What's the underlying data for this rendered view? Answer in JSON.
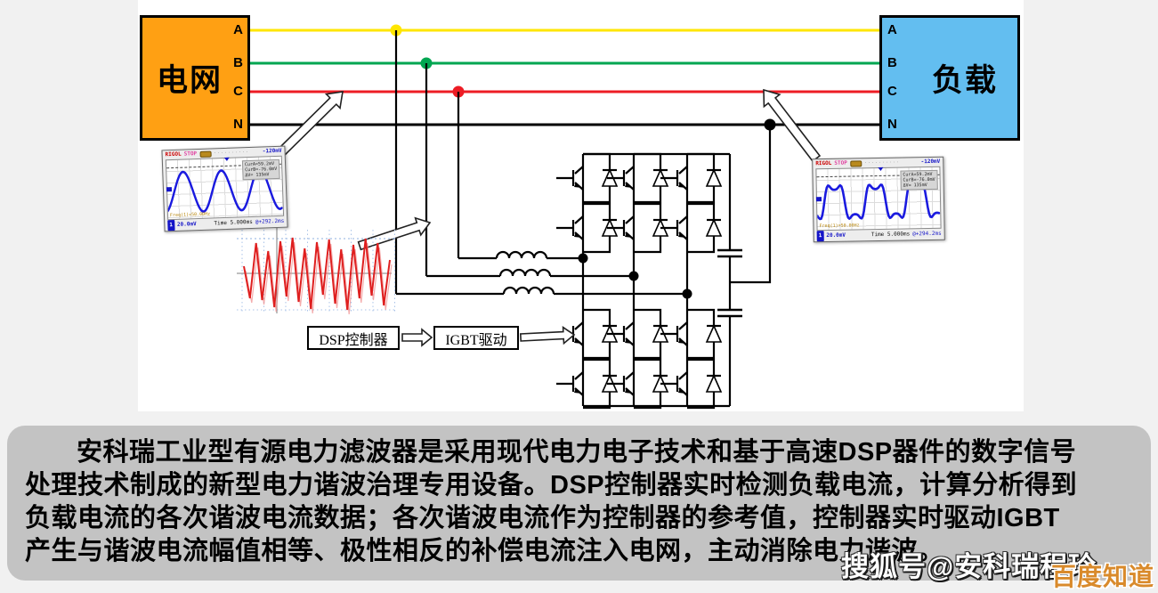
{
  "diagram": {
    "grid_box": {
      "label": "电网"
    },
    "load_box": {
      "label": "负载"
    },
    "phase_labels": [
      "A",
      "B",
      "C",
      "N"
    ],
    "phase_colors": {
      "A": "#ffe600",
      "B": "#00a651",
      "C": "#ed1c24",
      "N": "#000000"
    },
    "dsp_controller_label": "DSP控制器",
    "igbt_driver_label": "IGBT驱动"
  },
  "scopes": {
    "left": {
      "brand": "RIGOL",
      "status": "STOP",
      "readout": "-120mV",
      "cursor_info": [
        "CurA=59.2mV",
        "CurB=-76.0mV",
        "ΔV= 135mV"
      ],
      "freq_label": "Freq(1)=50.00Hz",
      "ch_badge": "1",
      "ch_scale": "20.0mV",
      "time_label": "Time 5.000ms",
      "offset_label": "@+292.2ms",
      "wave": "sine"
    },
    "right": {
      "brand": "RIGOL",
      "status": "STOP",
      "readout": "-120mV",
      "cursor_info": [
        "CurA=59.2mV",
        "CurB=-76.0mV",
        "ΔV= 135mV"
      ],
      "freq_label": "Freq(1)=50.00Hz",
      "ch_badge": "1",
      "ch_scale": "20.0mV",
      "time_label": "Time 5.000ms",
      "offset_label": "@+294.2ms",
      "wave": "distorted"
    }
  },
  "description": {
    "lines": [
      "安科瑞工业型有源电力滤波器是采用现代电力电子技术和基于高速DSP器件的数字信号",
      "处理技术制成的新型电力谐波治理专用设备。DSP控制器实时检测负载电流，计算分析得到",
      "负载电流的各次谐波电流数据；各次谐波电流作为控制器的参考值，控制器实时驱动IGBT",
      "产生与谐波电流幅值相等、极性相反的补偿电流注入电网，主动消除电力谐波。"
    ]
  },
  "watermarks": {
    "sohu": "搜狐号@安科瑞程玲",
    "baidu": "百度知道"
  }
}
